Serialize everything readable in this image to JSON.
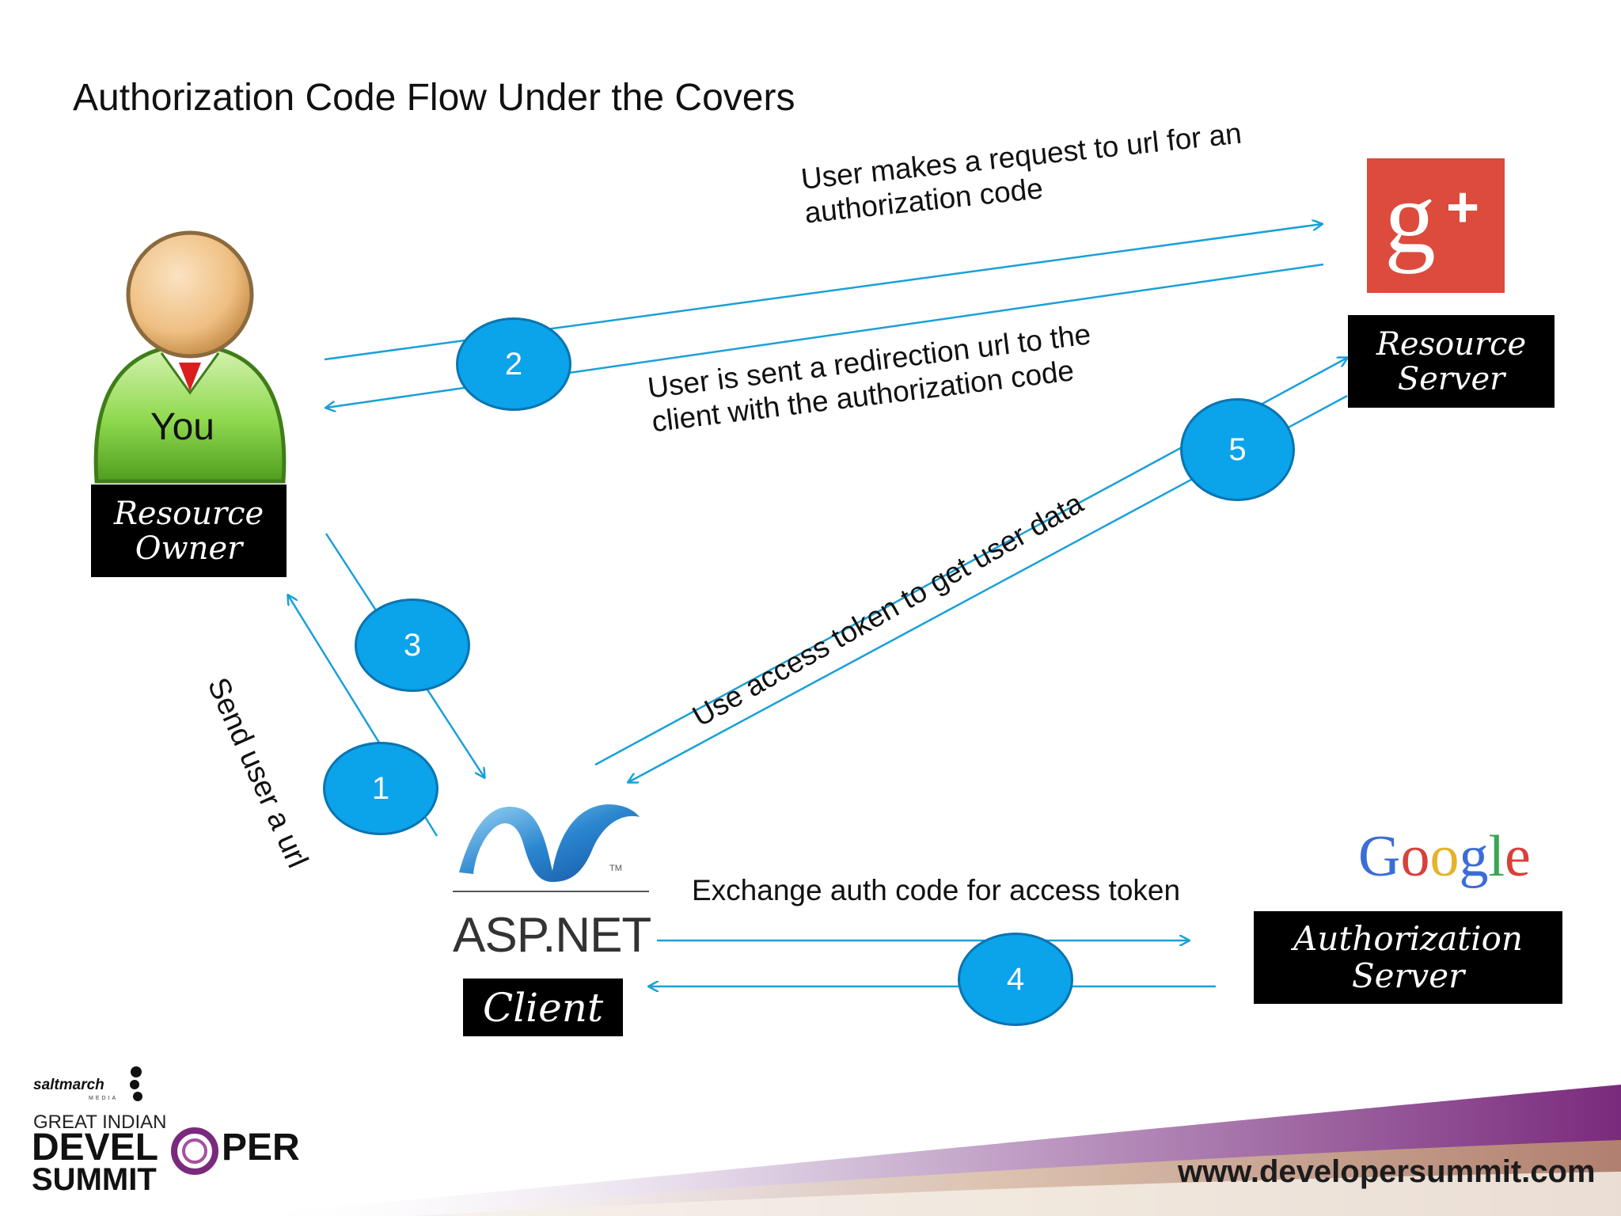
{
  "title": "Authorization Code Flow Under the Covers",
  "actors": {
    "you_label": "You",
    "resource_owner": [
      "Resource",
      "Owner"
    ],
    "resource_server": [
      "Resource",
      "Server"
    ],
    "client": "Client",
    "authorization_server": [
      "Authorization",
      "Server"
    ],
    "aspnet_text": "ASP.NET",
    "google_logo": "Google",
    "gplus_logo": "g+"
  },
  "steps": {
    "s1": "1",
    "s2": "2",
    "s3": "3",
    "s4": "4",
    "s5": "5"
  },
  "messages": {
    "request_url": [
      "User makes a request to url for an",
      "authorization code"
    ],
    "redirection": [
      "User is sent a redirection url to the",
      "client with the authorization code"
    ],
    "access_token": "Use access token to get user data",
    "send_url": "Send user a url",
    "exchange": "Exchange auth code for access token"
  },
  "footer": {
    "brand_small": "saltmarch",
    "brand_media": "MEDIA",
    "event_line1": "GREAT INDIAN",
    "event_line2a": "DEVEL",
    "event_line2b": "PER",
    "event_line3": "SUMMIT",
    "website": "www.developersummit.com"
  },
  "colors": {
    "arrow": "#1aa0d8",
    "badge": "#0ba3ea",
    "gplus_red": "#dc4b3c",
    "footer_purple": "#7a2a7c"
  }
}
